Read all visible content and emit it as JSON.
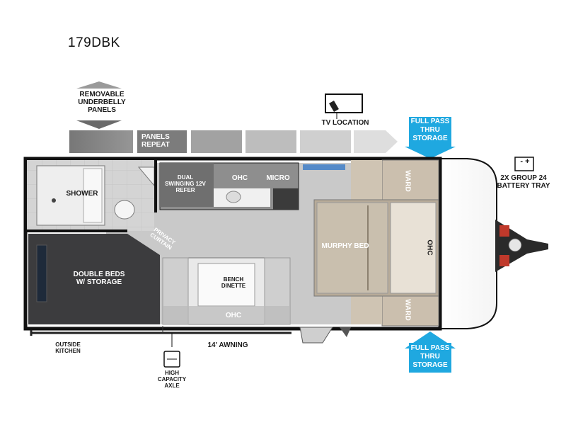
{
  "model": "179DBK",
  "labels": {
    "removable_panels": "REMOVABLE UNDERBELLY PANELS",
    "panels_repeat": "PANELS REPEAT",
    "tv_location": "TV LOCATION",
    "full_pass_top": "FULL PASS THRU STORAGE",
    "full_pass_bottom": "FULL PASS THRU STORAGE",
    "battery_tray": "2X GROUP 24 BATTERY TRAY",
    "shower": "SHOWER",
    "refer": "DUAL SWINGING 12V REFER",
    "ohc_kitchen": "OHC",
    "micro": "MICRO",
    "privacy_curtain": "PRIVACY CURTAIN",
    "double_beds": "DOUBLE BEDS W/ STORAGE",
    "bench_dinette": "BENCH DINETTE",
    "ohc_dinette": "OHC",
    "murphy_bed": "MURPHY BED",
    "ohc_front": "OHC",
    "ward_top": "WARD",
    "ward_bottom": "WARD",
    "awning": "14' AWNING",
    "outside_kitchen": "OUTSIDE KITCHEN",
    "high_capacity_axle": "HIGH CAPACITY AXLE"
  },
  "colors": {
    "accent_blue": "#1fa8e0",
    "floor_gray": "#cfcfcf",
    "dark_bed": "#3a3a3c",
    "wall": "#111111"
  }
}
